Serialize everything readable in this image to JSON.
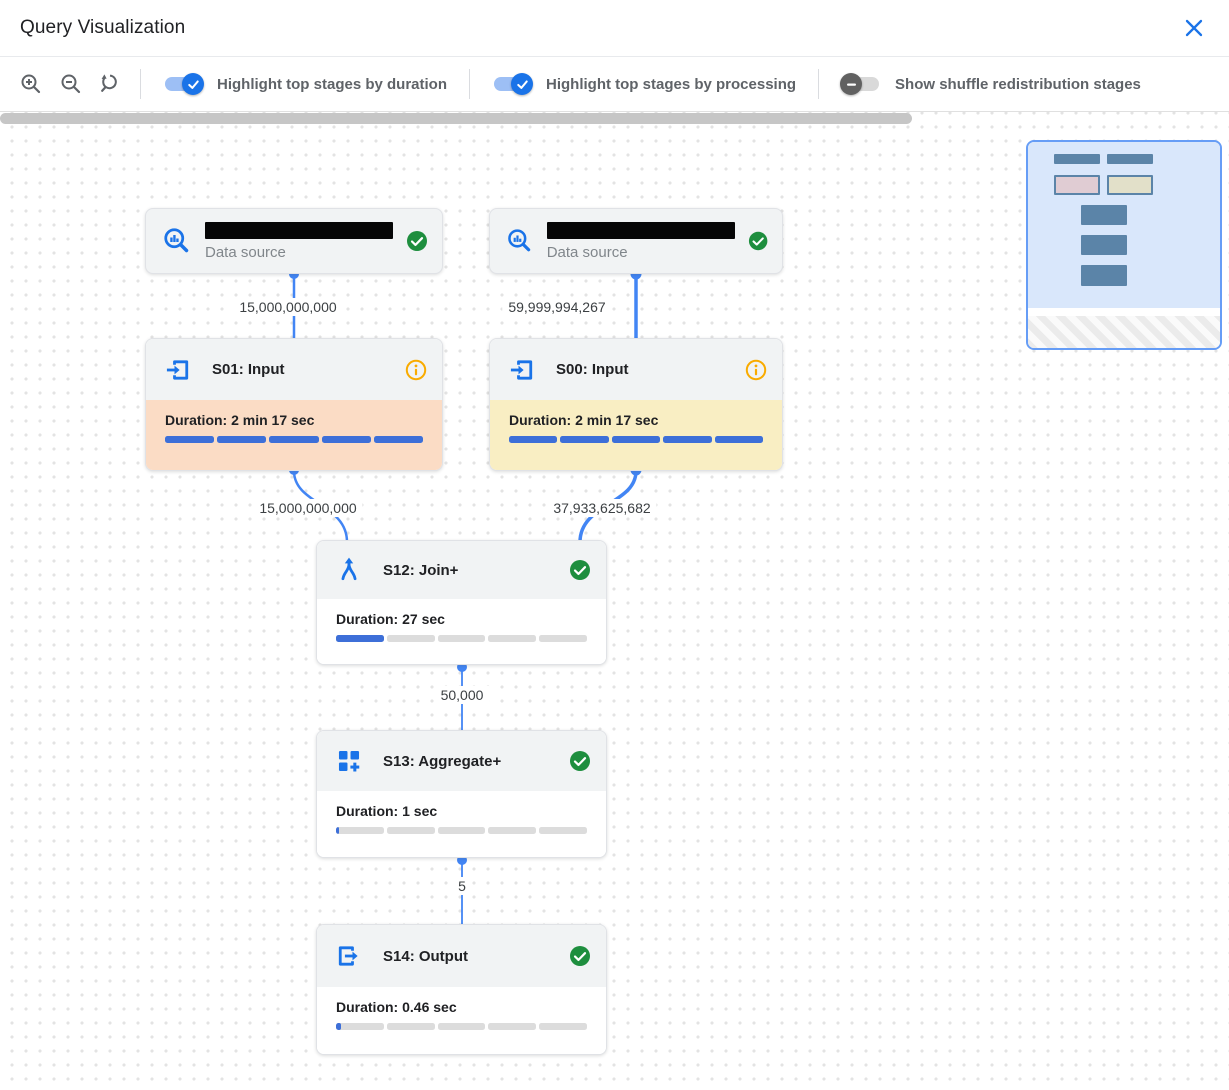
{
  "header": {
    "title": "Query Visualization"
  },
  "toolbar": {
    "zoom_controls": [
      {
        "name": "zoom-in"
      },
      {
        "name": "zoom-out"
      },
      {
        "name": "zoom-reset"
      }
    ],
    "toggles": [
      {
        "label": "Highlight top stages by duration",
        "state": "on"
      },
      {
        "label": "Highlight top stages by processing",
        "state": "on"
      },
      {
        "label": "Show shuffle redistribution stages",
        "state": "off"
      }
    ]
  },
  "graph": {
    "data_sources": [
      {
        "label": "Data source",
        "name_redacted": true,
        "status": "completed"
      },
      {
        "label": "Data source",
        "name_redacted": true,
        "status": "completed"
      }
    ],
    "stages": [
      {
        "id": "S01",
        "title": "S01: Input",
        "icon": "input-icon",
        "status_icon": "info-icon",
        "duration_label": "Duration: 2 min 17 sec",
        "progress_fraction": 1,
        "highlight": "duration"
      },
      {
        "id": "S00",
        "title": "S00: Input",
        "icon": "input-icon",
        "status_icon": "info-icon",
        "duration_label": "Duration: 2 min 17 sec",
        "progress_fraction": 1,
        "highlight": "processing"
      },
      {
        "id": "S12",
        "title": "S12: Join+",
        "icon": "join-icon",
        "status_icon": "check-circle-icon",
        "duration_label": "Duration: 27 sec",
        "progress_fraction": 0.2,
        "highlight": "none"
      },
      {
        "id": "S13",
        "title": "S13: Aggregate+",
        "icon": "aggregate-icon",
        "status_icon": "check-circle-icon",
        "duration_label": "Duration: 1 sec",
        "progress_fraction": 0.012,
        "highlight": "none"
      },
      {
        "id": "S14",
        "title": "S14: Output",
        "icon": "output-icon",
        "status_icon": "check-circle-icon",
        "duration_label": "Duration: 0.46 sec",
        "progress_fraction": 0.02,
        "highlight": "none"
      }
    ],
    "edges": [
      {
        "from": "data-source-1",
        "to": "S01",
        "rows": "15,000,000,000"
      },
      {
        "from": "data-source-2",
        "to": "S00",
        "rows": "59,999,994,267"
      },
      {
        "from": "S01",
        "to": "S12",
        "rows": "15,000,000,000"
      },
      {
        "from": "S00",
        "to": "S12",
        "rows": "37,933,625,682"
      },
      {
        "from": "S12",
        "to": "S13",
        "rows": "50,000"
      },
      {
        "from": "S13",
        "to": "S14",
        "rows": "5"
      }
    ]
  },
  "colors": {
    "accent_blue": "#1a73e8",
    "edge_blue": "#4285f4",
    "progress_blue": "#3d6fd8",
    "progress_track": "#dcdcdc",
    "duration_highlight": "#fbdcc5",
    "processing_highlight": "#f9eec3",
    "card_header_gray": "#f1f3f4",
    "success_green": "#1e8e3e",
    "info_orange": "#f9ab00",
    "minimap_bg": "#d9e7fb",
    "minimap_node": "#5b84a8"
  }
}
